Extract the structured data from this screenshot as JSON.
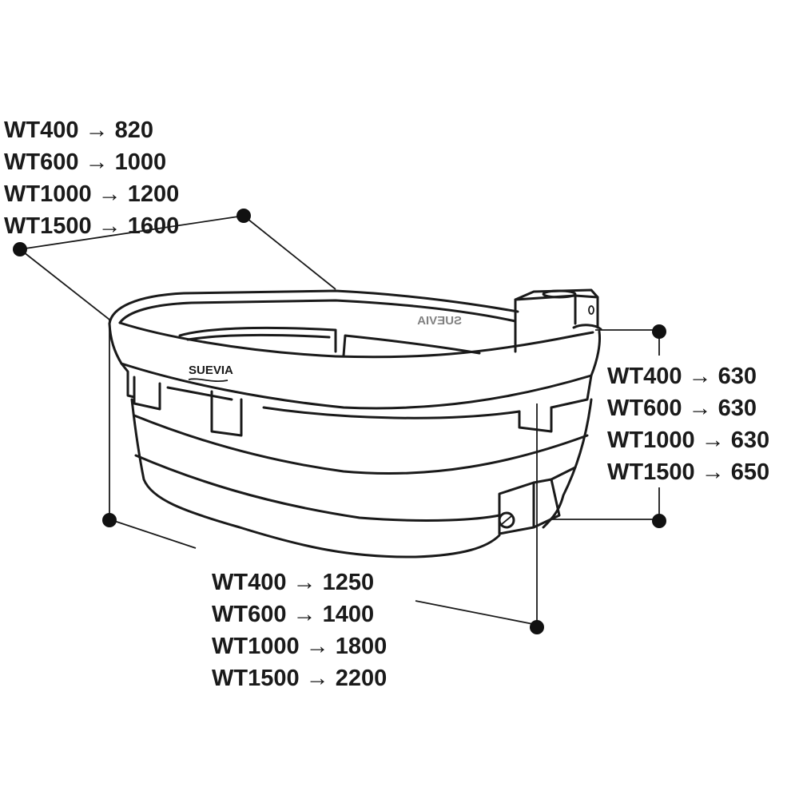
{
  "length_labels": [
    "WT400 → 820",
    "WT600 → 1000",
    "WT1000 → 1200",
    "WT1500 → 1600"
  ],
  "height_labels": [
    "WT400 → 630",
    "WT600 → 630",
    "WT1000 → 630",
    "WT1500 → 650"
  ],
  "width_labels": [
    "WT400 → 1250",
    "WT600 → 1400",
    "WT1000 → 1800",
    "WT1500 → 2200"
  ],
  "brand": "SUEVIA"
}
